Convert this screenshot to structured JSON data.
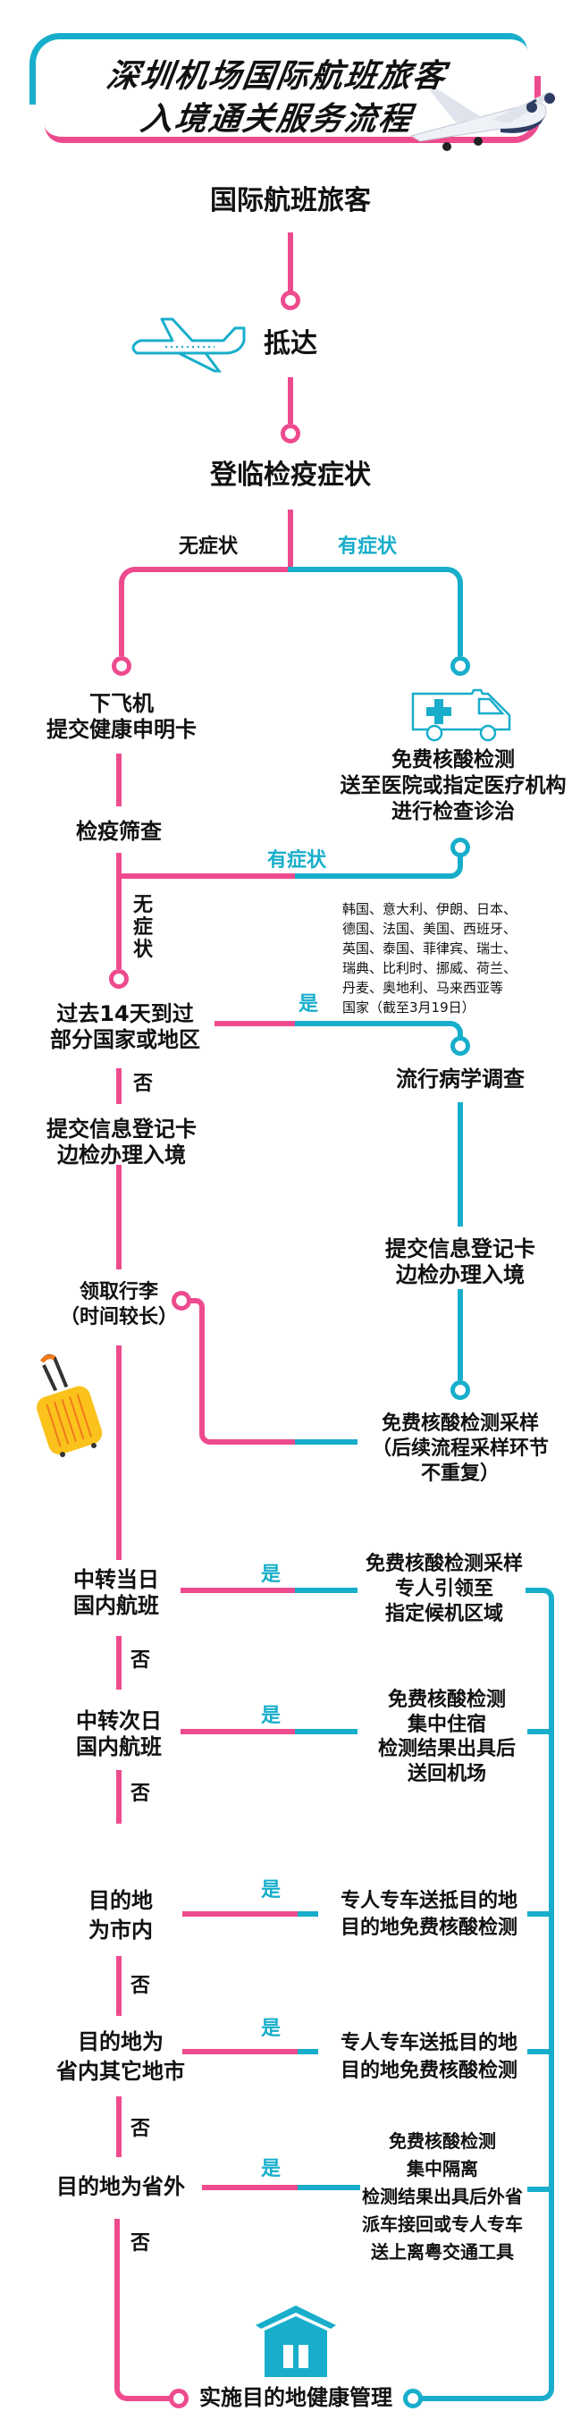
{
  "title": {
    "line1": "深圳机场国际航班旅客",
    "line2": "入境通关服务流程"
  },
  "colors": {
    "pink": "#ee4b8e",
    "cyan": "#18aecb"
  },
  "nodes": {
    "start": "国际航班旅客",
    "arrive": "抵达",
    "check": "登临检疫症状",
    "no_symptom": "无症状",
    "has_symptom": "有症状",
    "deplane": [
      "下飞机",
      "提交健康申明卡"
    ],
    "hospital": [
      "免费核酸检测",
      "送至医院或指定医疗机构",
      "进行检查诊治"
    ],
    "screening": "检疫筛查",
    "has_symptom2": "有症状",
    "no_symptom_v": [
      "无",
      "症",
      "状"
    ],
    "countries": [
      "韩国、意大利、伊朗、日本、",
      "德国、法国、美国、西班牙、",
      "英国、泰国、菲律宾、瑞士、",
      "瑞典、比利时、挪威、荷兰、",
      "丹麦、奥地利、马来西亚等",
      "国家（截至3月19日）"
    ],
    "visited": [
      "过去14天到过",
      "部分国家或地区"
    ],
    "yes": "是",
    "no": "否",
    "epi": "流行病学调查",
    "submit_left": [
      "提交信息登记卡",
      "边检办理入境"
    ],
    "submit_right": [
      "提交信息登记卡",
      "边检办理入境"
    ],
    "luggage": [
      "领取行李",
      "（时间较长）"
    ],
    "sample": [
      "免费核酸检测采样",
      "（后续流程采样环节",
      "不重复）"
    ],
    "same_day": [
      "中转当日",
      "国内航班"
    ],
    "same_day_r": [
      "免费核酸检测采样",
      "专人引领至",
      "指定候机区域"
    ],
    "next_day": [
      "中转次日",
      "国内航班"
    ],
    "next_day_r": [
      "免费核酸检测",
      "集中住宿",
      "检测结果出具后",
      "送回机场"
    ],
    "city": [
      "目的地",
      "为市内"
    ],
    "city_r": [
      "专人专车送抵目的地",
      "目的地免费核酸检测"
    ],
    "province": [
      "目的地为",
      "省内其它地市"
    ],
    "province_r": [
      "专人专车送抵目的地",
      "目的地免费核酸检测"
    ],
    "outside": "目的地为省外",
    "outside_r": [
      "免费核酸检测",
      "集中隔离",
      "检测结果出具后外省",
      "派车接回或专人专车",
      "送上离粤交通工具"
    ],
    "final": "实施目的地健康管理"
  }
}
